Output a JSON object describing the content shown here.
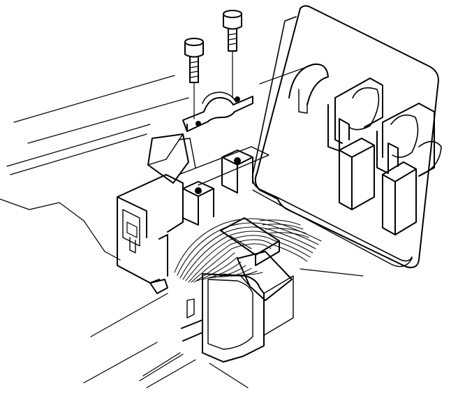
{
  "figure": {
    "background": "#ffffff",
    "ink": "#000000",
    "parts": [
      {
        "key": "bolt-left"
      },
      {
        "key": "bolt-right"
      },
      {
        "key": "retaining-clamp"
      },
      {
        "key": "mounting-bosses"
      },
      {
        "key": "tilted-mounting-plate"
      },
      {
        "key": "plate-tabs"
      },
      {
        "key": "wiring-harness"
      },
      {
        "key": "connector-housing"
      },
      {
        "key": "side-bracket"
      },
      {
        "key": "locking-tab"
      },
      {
        "key": "chassis-panel"
      }
    ]
  }
}
